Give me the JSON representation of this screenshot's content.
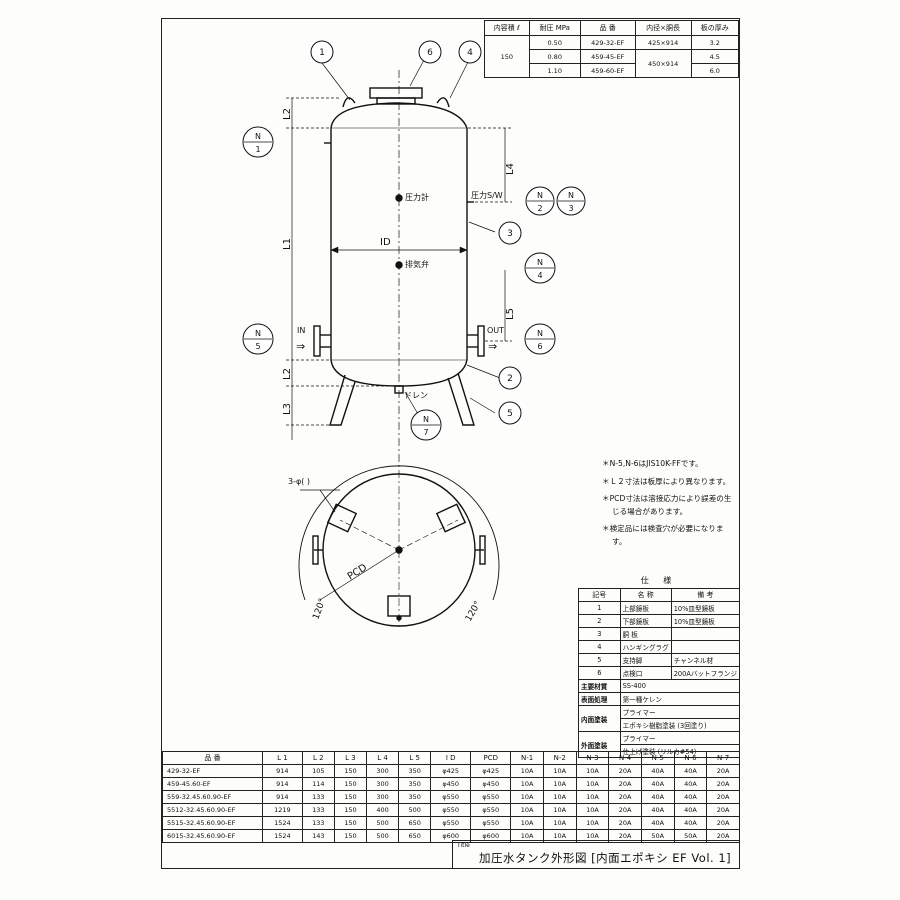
{
  "capacity_table": {
    "headers": [
      "内容積 ℓ",
      "耐圧 MPa",
      "品 番",
      "内径×胴長",
      "板の厚み"
    ],
    "capacity": "150",
    "rows": [
      {
        "pressure": "0.50",
        "model": "429-32-EF",
        "size": "425×914",
        "thickness": "3.2"
      },
      {
        "pressure": "0.80",
        "model": "459-45-EF",
        "size": "450×914",
        "thickness": "4.5"
      },
      {
        "pressure": "1.10",
        "model": "459-60-EF",
        "size": "",
        "thickness": "6.0"
      }
    ]
  },
  "drawing": {
    "callouts": [
      "1",
      "6",
      "4",
      "3",
      "2",
      "5"
    ],
    "nozzles": {
      "n1": {
        "top": "N",
        "bottom": "1"
      },
      "n2": {
        "top": "N",
        "bottom": "2"
      },
      "n3": {
        "top": "N",
        "bottom": "3"
      },
      "n4": {
        "top": "N",
        "bottom": "4"
      },
      "n5": {
        "top": "N",
        "bottom": "5"
      },
      "n6": {
        "top": "N",
        "bottom": "6"
      },
      "n7": {
        "top": "N",
        "bottom": "7"
      }
    },
    "labels": {
      "pressure_gauge": "圧力計",
      "pressure_switch": "圧力S/W",
      "air_vent": "排気弁",
      "drain": "ドレン",
      "inlet": "IN",
      "outlet": "OUT",
      "inner_diameter": "ID",
      "pcd": "PCD",
      "holes": "3-φ(  )",
      "angle": "120°",
      "arrow": "⇒"
    },
    "dimensions": [
      "L2",
      "L4",
      "L1",
      "L5",
      "L2",
      "L3"
    ]
  },
  "notes": [
    "＊N-5,N-6はJIS10K-FFです。",
    "＊Ｌ２寸法は板厚により異なります。",
    "＊PCD寸法は溶接応力により誤差の生じる場合があります。",
    "＊検定品には検査穴が必要になります。"
  ],
  "spec": {
    "title": "仕 様",
    "headers": [
      "記号",
      "名 称",
      "備 考"
    ],
    "rows": [
      {
        "no": "1",
        "name": "上部鏡板",
        "note": "10%皿型鏡板"
      },
      {
        "no": "2",
        "name": "下部鏡板",
        "note": "10%皿型鏡板"
      },
      {
        "no": "3",
        "name": "胴 板",
        "note": ""
      },
      {
        "no": "4",
        "name": "ハンギングラグ",
        "note": ""
      },
      {
        "no": "5",
        "name": "支持脚",
        "note": "チャンネル材"
      },
      {
        "no": "6",
        "name": "点検口",
        "note": "200Aバットフランジ"
      }
    ],
    "material": {
      "label": "主要材質",
      "value": "SS-400"
    },
    "surface": {
      "label": "表面処理",
      "value": "第一種ケレン"
    },
    "inner_coating": {
      "label": "内面塗装",
      "line1": "プライマー",
      "line2": "エポキシ樹脂塗装 (3回塗り)"
    },
    "outer_coating": {
      "label": "外面塗装",
      "line1": "プライマー",
      "line2": "仕上げ塗装 (リルカ#54)"
    }
  },
  "dimension_table": {
    "headers": [
      "品 番",
      "L 1",
      "L 2",
      "L 3",
      "L 4",
      "L 5",
      "I D",
      "PCD",
      "N-1",
      "N-2",
      "N-3",
      "N-4",
      "N-5",
      "N-6",
      "N-7"
    ],
    "rows": [
      [
        "429-32-EF",
        "914",
        "105",
        "150",
        "300",
        "350",
        "φ425",
        "φ425",
        "10A",
        "10A",
        "10A",
        "20A",
        "40A",
        "40A",
        "20A"
      ],
      [
        "459-45.60-EF",
        "914",
        "114",
        "150",
        "300",
        "350",
        "φ450",
        "φ450",
        "10A",
        "10A",
        "10A",
        "20A",
        "40A",
        "40A",
        "20A"
      ],
      [
        "559-32.45.60.90-EF",
        "914",
        "133",
        "150",
        "300",
        "350",
        "φ550",
        "φ550",
        "10A",
        "10A",
        "10A",
        "20A",
        "40A",
        "40A",
        "20A"
      ],
      [
        "5512-32.45.60.90-EF",
        "1219",
        "133",
        "150",
        "400",
        "500",
        "φ550",
        "φ550",
        "10A",
        "10A",
        "10A",
        "20A",
        "40A",
        "40A",
        "20A"
      ],
      [
        "5515-32.45.60.90-EF",
        "1524",
        "133",
        "150",
        "500",
        "650",
        "φ550",
        "φ550",
        "10A",
        "10A",
        "10A",
        "20A",
        "40A",
        "40A",
        "20A"
      ],
      [
        "6015-32.45.60.90-EF",
        "1524",
        "143",
        "150",
        "500",
        "650",
        "φ600",
        "φ600",
        "10A",
        "10A",
        "10A",
        "20A",
        "50A",
        "50A",
        "20A"
      ]
    ]
  },
  "title_block": {
    "label": "Title",
    "text": "加圧水タンク外形図 [内面エポキシ EF Vol. 1]"
  }
}
